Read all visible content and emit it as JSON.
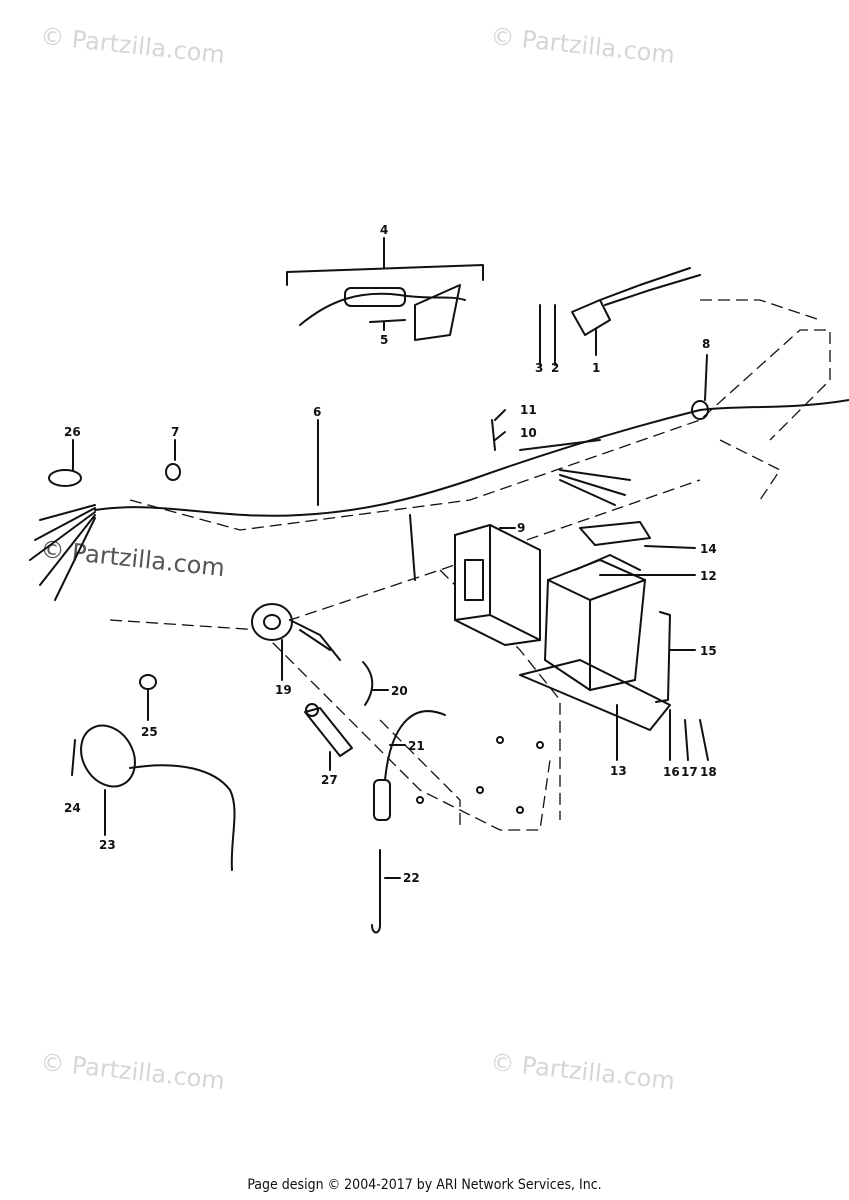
{
  "watermark": "© Partzilla.com",
  "footer": "Page design © 2004-2017 by ARI Network Services, Inc.",
  "callouts": [
    "1",
    "2",
    "3",
    "4",
    "5",
    "6",
    "7",
    "8",
    "9",
    "10",
    "11",
    "12",
    "13",
    "14",
    "15",
    "16",
    "17",
    "18",
    "19",
    "20",
    "21",
    "22",
    "23",
    "24",
    "25",
    "26",
    "27"
  ]
}
